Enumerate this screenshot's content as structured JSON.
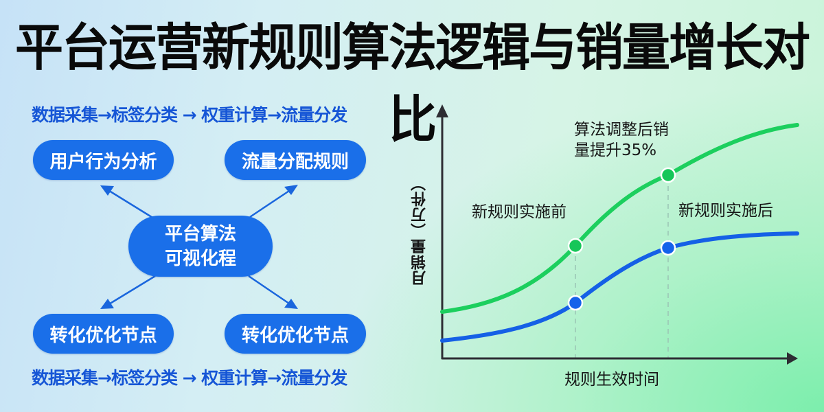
{
  "title": "平台运营新规则算法逻辑与销量增长对比",
  "colors": {
    "pill_blue": "#1a6fe9",
    "flow_text": "#1656d6",
    "green_line": "#1ccf5e",
    "blue_line": "#1560e6",
    "axis": "#2d2d33"
  },
  "diagram": {
    "flow_top": "数据采集→标签分类 → 权重计算→流量分发",
    "flow_bottom": "数据采集→标签分类 → 权重计算→流量分发",
    "center_node": {
      "line1": "平台算法",
      "line2": "可视化程"
    },
    "nodes": [
      {
        "id": "top-left",
        "label": "用户行为分析"
      },
      {
        "id": "top-right",
        "label": "流量分配规则"
      },
      {
        "id": "bottom-left",
        "label": "转化优化节点"
      },
      {
        "id": "bottom-right",
        "label": "转化优化节点"
      }
    ]
  },
  "chart": {
    "y_label": "月销量（万件）",
    "x_label": "规则生效时间",
    "annotation_gain": {
      "line1": "算法调整后销",
      "line2": "量提升35%"
    },
    "label_before": "新规则实施前",
    "label_after": "新规则实施后"
  },
  "chart_data": {
    "type": "line",
    "title": "",
    "xlabel": "规则生效时间",
    "ylabel": "月销量（万件）",
    "x": [
      0,
      0.1,
      0.2,
      0.3,
      0.375,
      0.45,
      0.55,
      0.64,
      0.75,
      0.875,
      1.0
    ],
    "series": [
      {
        "name": "算法调整后 (green)",
        "color": "#1ccf5e",
        "values": [
          20,
          22,
          26,
          34,
          43,
          54,
          67,
          77,
          84,
          89,
          92
        ]
      },
      {
        "name": "新规则实施前/基线 (blue)",
        "color": "#1560e6",
        "values": [
          8,
          9,
          11,
          15,
          22,
          31,
          39,
          44,
          46,
          47,
          48
        ]
      }
    ],
    "markers": [
      {
        "x": 0.375,
        "series": "green",
        "y": 43
      },
      {
        "x": 0.375,
        "series": "blue",
        "y": 22
      },
      {
        "x": 0.64,
        "series": "green",
        "y": 77
      },
      {
        "x": 0.64,
        "series": "blue",
        "y": 44
      }
    ],
    "vertical_guides_x": [
      0.375,
      0.64
    ],
    "annotations": [
      "算法调整后销量提升35%",
      "新规则实施前",
      "新规则实施后"
    ],
    "grid": false,
    "legend": "none",
    "ticks": "none"
  }
}
